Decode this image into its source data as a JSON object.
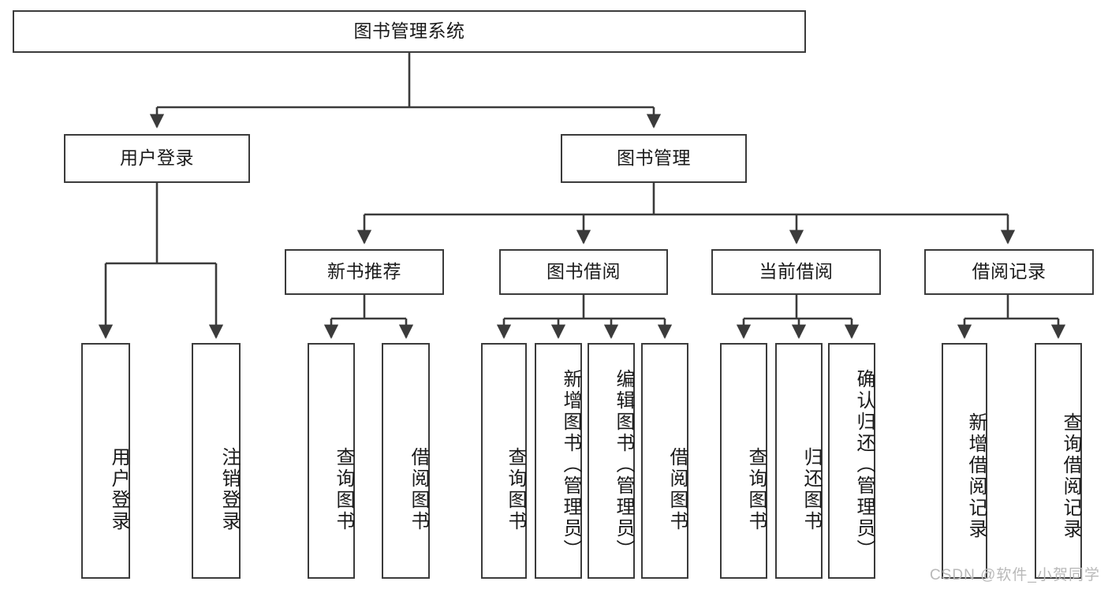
{
  "diagram": {
    "title": "图书管理系统",
    "type": "tree-hierarchy-chart",
    "levels": {
      "root": {
        "label": "图书管理系统"
      },
      "level2": [
        {
          "label": "用户登录"
        },
        {
          "label": "图书管理"
        }
      ],
      "level3": [
        {
          "label": "新书推荐"
        },
        {
          "label": "图书借阅"
        },
        {
          "label": "当前借阅"
        },
        {
          "label": "借阅记录"
        }
      ],
      "leaves": [
        {
          "label": "用户登录",
          "parent": "用户登录"
        },
        {
          "label": "注销登录",
          "parent": "用户登录"
        },
        {
          "label": "查询图书",
          "parent": "新书推荐"
        },
        {
          "label": "借阅图书",
          "parent": "新书推荐"
        },
        {
          "label": "查询图书",
          "parent": "图书借阅"
        },
        {
          "label": "新增图书（管理员）",
          "parent": "图书借阅"
        },
        {
          "label": "编辑图书（管理员）",
          "parent": "图书借阅"
        },
        {
          "label": "借阅图书",
          "parent": "图书借阅"
        },
        {
          "label": "查询图书",
          "parent": "当前借阅"
        },
        {
          "label": "归还图书",
          "parent": "当前借阅"
        },
        {
          "label": "确认归还（管理员）",
          "parent": "当前借阅"
        },
        {
          "label": "新增借阅记录",
          "parent": "借阅记录"
        },
        {
          "label": "查询借阅记录",
          "parent": "借阅记录"
        }
      ]
    }
  },
  "watermark": {
    "text": "CSDN @软件_小贺同学"
  },
  "colors": {
    "border": "#3b3b3b",
    "background": "#ffffff",
    "text": "#1a1a1a",
    "watermark": "#b9b9b9"
  }
}
